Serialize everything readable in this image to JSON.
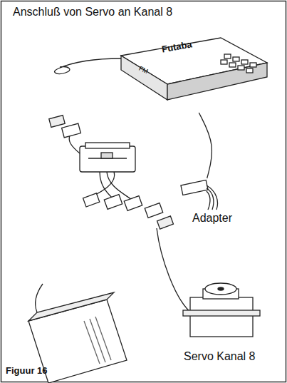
{
  "diagram": {
    "title": "Anschluß von Servo an Kanal 8",
    "caption": "Figuur 16",
    "nodes": [
      {
        "text": [
          "Futaba",
          "FM"
        ]
      },
      {
        "text": [
          "Adapter"
        ]
      },
      {
        "text": [
          "Servo Kanal 8"
        ]
      }
    ],
    "edges": [
      {
        "from": 0,
        "to": 1,
        "arrow": "none"
      }
    ]
  }
}
